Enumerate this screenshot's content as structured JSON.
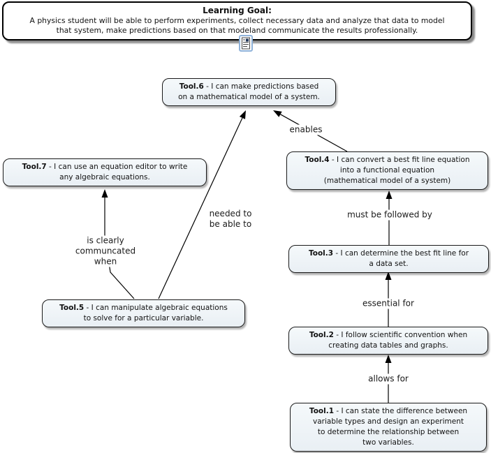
{
  "learning_goal": {
    "title": "Learning Goal:",
    "body": "A physics student will be able to perform experiments, collect necessary data and analyze that data to model\nthat system, make predictions based on that modeland communicate the results professionally."
  },
  "nodes": {
    "tool6": {
      "prefix": "Tool.6",
      "text": " - I can make predictions based\non a mathematical model of a system."
    },
    "tool7": {
      "prefix": "Tool.7",
      "text": " - I can use an equation editor to write\nany algebraic equations."
    },
    "tool4": {
      "prefix": "Tool.4",
      "text": " - I can convert a best fit line equation\ninto a functional equation\n(mathematical model of a system)"
    },
    "tool3": {
      "prefix": "Tool.3",
      "text": " - I can determine the best fit line for\na data set."
    },
    "tool2": {
      "prefix": "Tool.2",
      "text": " - I follow scientific convention when\ncreating data tables and graphs."
    },
    "tool1": {
      "prefix": "Tool.1",
      "text": " - I can state the difference between\nvariable types and design an experiment\nto determine the relationship between\ntwo variables."
    },
    "tool5": {
      "prefix": "Tool.5",
      "text": " - I can manipulate algebraic equations\nto solve for a particular variable."
    }
  },
  "links": {
    "enables": "enables",
    "must_be_followed_by": "must be followed by",
    "essential_for": "essential for",
    "allows_for": "allows for",
    "needed_to": "needed to\nbe able to",
    "is_clearly": "is clearly\ncommuncated\nwhen"
  },
  "icons": {
    "resource": "document-resource-icon"
  },
  "colors": {
    "node_background": "#edf2f6",
    "node_border": "#1a1a1a",
    "goal_background": "#ffffff",
    "connector": "#000000",
    "icon_border": "#8fb2d9"
  }
}
